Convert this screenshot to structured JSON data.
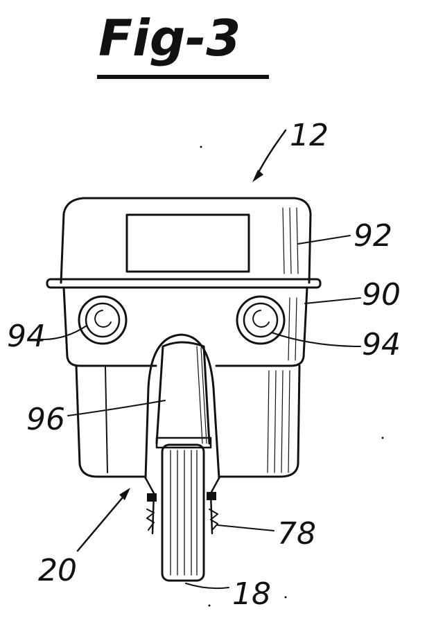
{
  "figure": {
    "title": "Fig-3",
    "labels": {
      "ref_12": "12",
      "ref_92": "92",
      "ref_90": "90",
      "ref_94_left": "94",
      "ref_94_right": "94",
      "ref_96": "96",
      "ref_78": "78",
      "ref_20": "20",
      "ref_18": "18"
    }
  }
}
